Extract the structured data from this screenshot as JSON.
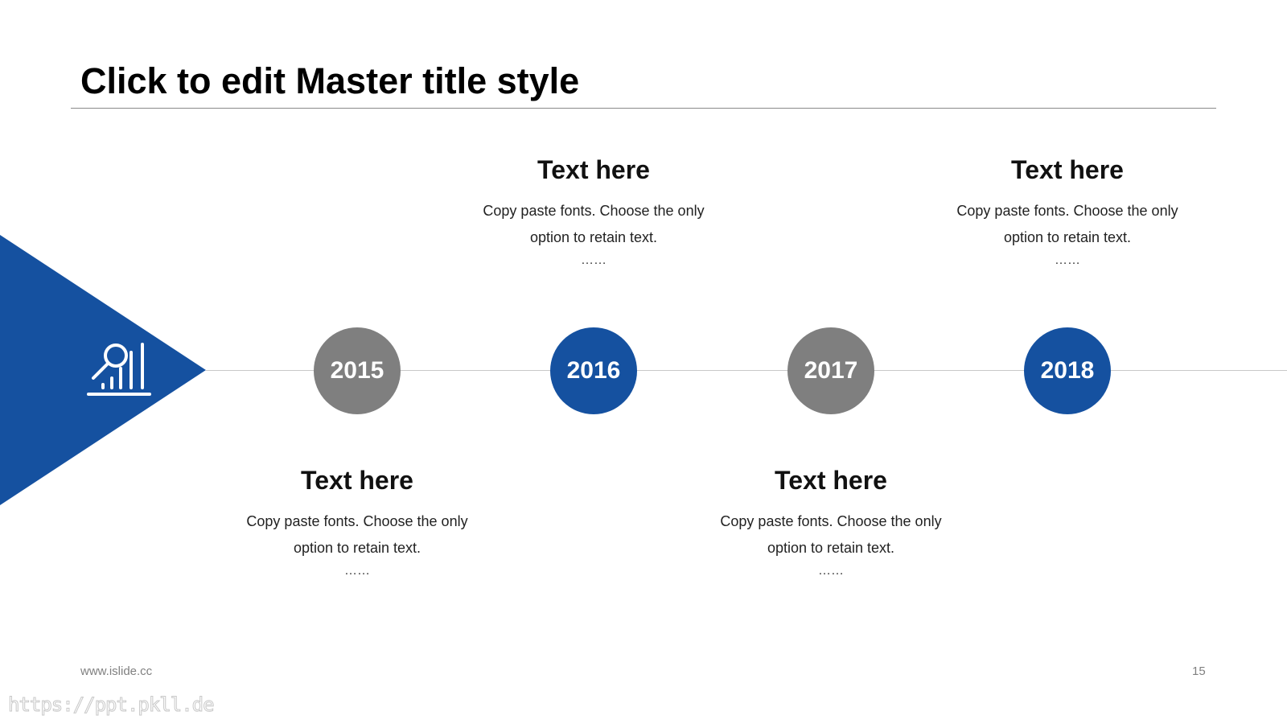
{
  "slide": {
    "title": "Click to edit Master title style",
    "footer_url": "www.islide.cc",
    "page_number": "15",
    "watermark": "https://ppt.pkll.de"
  },
  "colors": {
    "accent": "#1551a0",
    "milestone_gray": "#7f7f7f",
    "rule": "#8a8a8a"
  },
  "icon": "analytics-chart-magnifier-icon",
  "milestones": [
    {
      "year": "2015",
      "color": "gray"
    },
    {
      "year": "2016",
      "color": "blue"
    },
    {
      "year": "2017",
      "color": "gray"
    },
    {
      "year": "2018",
      "color": "blue"
    }
  ],
  "text_blocks": [
    {
      "heading": "Text here",
      "line1": "Copy paste fonts. Choose the only",
      "line2": "option to retain text.",
      "ellipsis": "……"
    },
    {
      "heading": "Text here",
      "line1": "Copy paste fonts. Choose the only",
      "line2": "option to retain text.",
      "ellipsis": "……"
    },
    {
      "heading": "Text here",
      "line1": "Copy paste fonts. Choose the only",
      "line2": "option to retain text.",
      "ellipsis": "……"
    },
    {
      "heading": "Text here",
      "line1": "Copy paste fonts. Choose the only",
      "line2": "option to retain text.",
      "ellipsis": "……"
    }
  ]
}
